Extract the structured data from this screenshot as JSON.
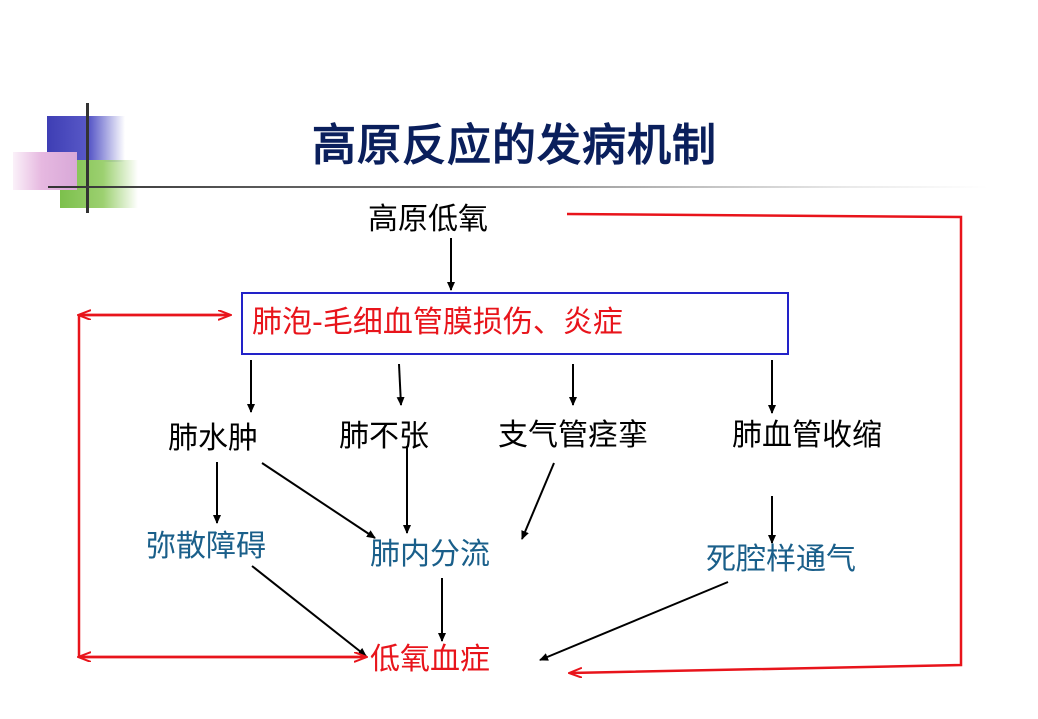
{
  "title": "高原反应的发病机制",
  "nodes": {
    "hypoxia_altitude": "高原低氧",
    "membrane_damage": "肺泡-毛细血管膜损伤、炎症",
    "pulmonary_edema": "肺水肿",
    "atelectasis": "肺不张",
    "bronchospasm": "支气管痉挛",
    "vasoconstriction": "肺血管收缩",
    "diffusion_disorder": "弥散障碍",
    "intrapulmonary_shunt": "肺内分流",
    "dead_space": "死腔样通气",
    "hypoxemia": "低氧血症"
  },
  "colors": {
    "title": "#0a1f5c",
    "node_black": "#000000",
    "node_blue": "#1a5f8a",
    "node_red": "#e8141b",
    "box_border": "#2222c8",
    "arrow_black": "#000000",
    "arrow_red": "#e8141b"
  }
}
